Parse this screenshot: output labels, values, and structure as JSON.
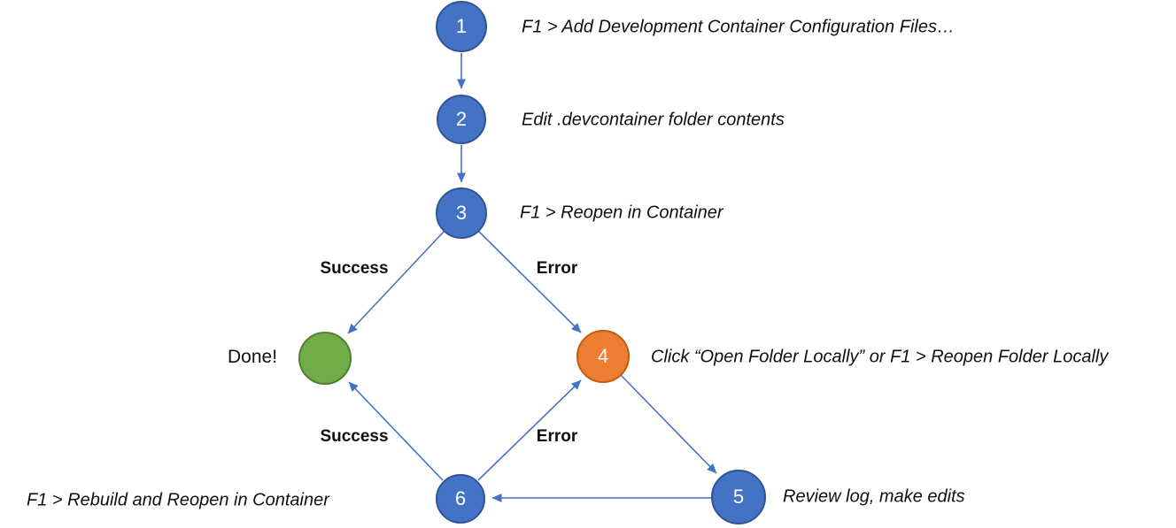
{
  "diagram": {
    "type": "flowchart",
    "topic": "Dev container workflow",
    "nodes": {
      "n1": {
        "number": "1",
        "caption": "F1 > Add Development Container Configuration Files…"
      },
      "n2": {
        "number": "2",
        "caption": "Edit .devcontainer folder contents"
      },
      "n3": {
        "number": "3",
        "caption": "F1 > Reopen in Container"
      },
      "done": {
        "caption": "Done!"
      },
      "n4": {
        "number": "4",
        "caption": "Click “Open Folder Locally” or F1 > Reopen Folder Locally"
      },
      "n5": {
        "number": "5",
        "caption": "Review log, make edits"
      },
      "n6": {
        "number": "6",
        "caption": "F1 > Rebuild and Reopen in Container"
      }
    },
    "edge_labels": {
      "success_top": "Success",
      "error_top": "Error",
      "success_bottom": "Success",
      "error_bottom": "Error"
    },
    "edges": [
      {
        "from": "1",
        "to": "2",
        "label": ""
      },
      {
        "from": "2",
        "to": "3",
        "label": ""
      },
      {
        "from": "3",
        "to": "done",
        "label": "Success"
      },
      {
        "from": "3",
        "to": "4",
        "label": "Error"
      },
      {
        "from": "4",
        "to": "5",
        "label": ""
      },
      {
        "from": "5",
        "to": "6",
        "label": ""
      },
      {
        "from": "6",
        "to": "done",
        "label": "Success"
      },
      {
        "from": "6",
        "to": "4",
        "label": "Error"
      }
    ],
    "colors": {
      "node_blue": "#4472C4",
      "node_blue_border": "#2F5597",
      "node_green": "#70AD47",
      "node_green_border": "#507E32",
      "node_orange": "#ED7D31",
      "node_orange_border": "#C55A11",
      "connector": "#4472C4",
      "text": "#0F0F0F"
    }
  }
}
